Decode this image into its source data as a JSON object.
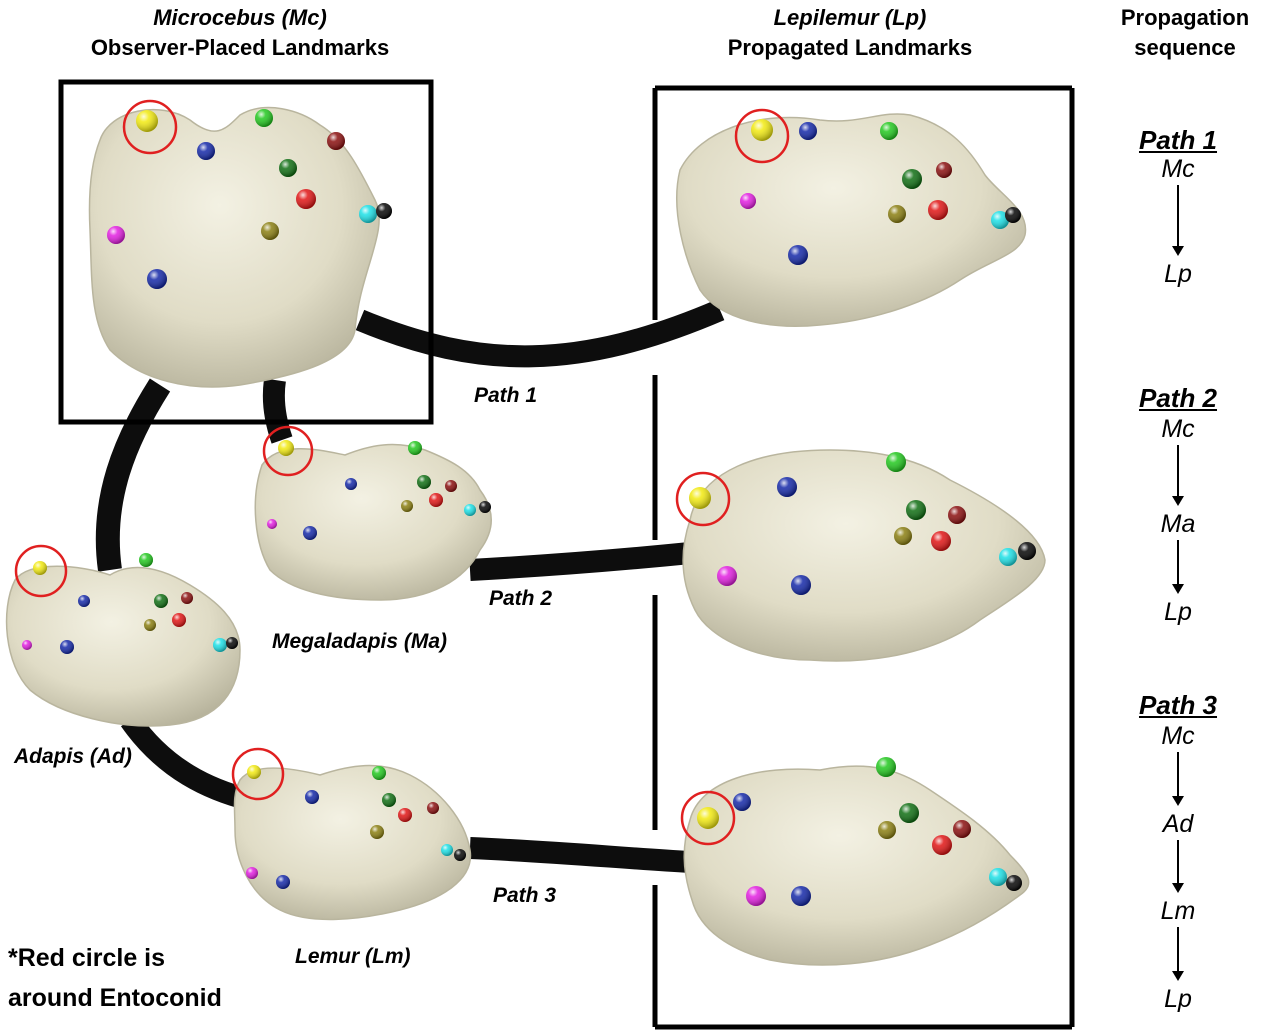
{
  "headers": {
    "left_italic": "Microcebus (Mc)",
    "left_plain": "Observer-Placed Landmarks",
    "mid_italic": "Lepilemur (Lp)",
    "mid_plain": "Propagated Landmarks",
    "right_line1": "Propagation",
    "right_line2": "sequence"
  },
  "taxa": {
    "megaladapis": "Megaladapis (Ma)",
    "adapis": "Adapis (Ad)",
    "lemur": "Lemur (Lm)"
  },
  "path_labels": [
    "Path 1",
    "Path 2",
    "Path 3"
  ],
  "sequences": [
    {
      "title": "Path 1",
      "nodes": [
        "Mc",
        "Lp"
      ]
    },
    {
      "title": "Path 2",
      "nodes": [
        "Mc",
        "Ma",
        "Lp"
      ]
    },
    {
      "title": "Path 3",
      "nodes": [
        "Mc",
        "Ad",
        "Lm",
        "Lp"
      ]
    }
  ],
  "note": {
    "line1": "*Red circle is",
    "line2": "around Entoconid"
  },
  "colors": {
    "tooth_fill": "#e4e1cd",
    "tooth_shadow": "#b9b59e",
    "path": "#0d0d0d",
    "entoconid_circle": "#e02020",
    "landmarks": [
      "#f2ea10",
      "#1428a8",
      "#22c81e",
      "#0f6e12",
      "#8a0e0e",
      "#e01414",
      "#8a7e10",
      "#e21ee0",
      "#1ce0e6",
      "#050505"
    ]
  }
}
